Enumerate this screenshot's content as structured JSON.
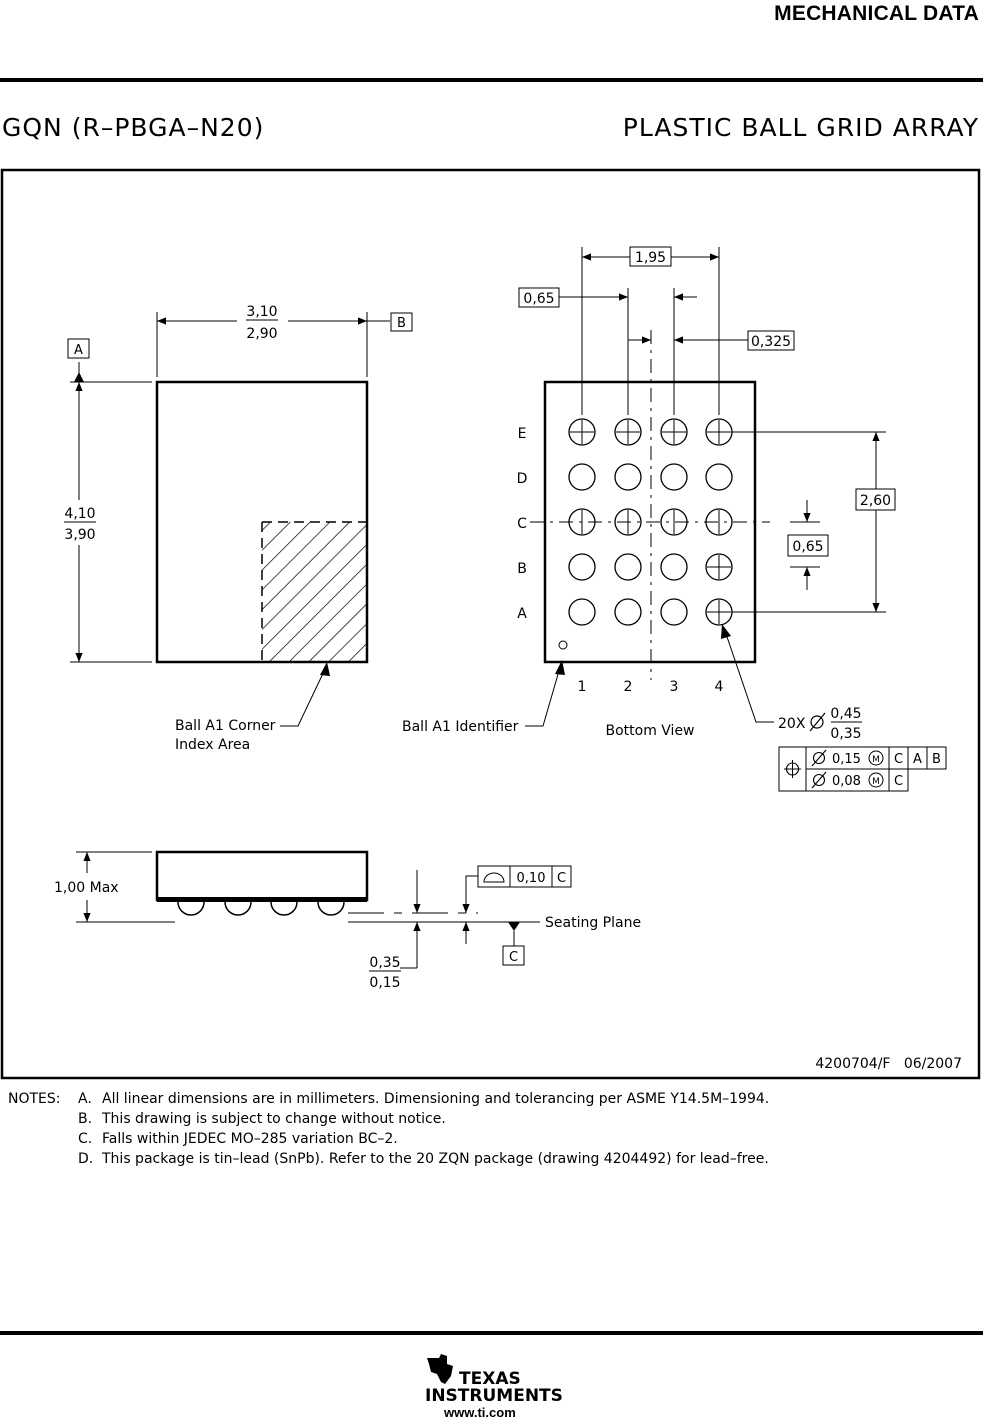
{
  "header": {
    "title": "MECHANICAL DATA",
    "package_code": "GQN (R–PBGA–N20)",
    "package_type": "PLASTIC BALL GRID ARRAY"
  },
  "top_view": {
    "width_max": "3,10",
    "width_min": "2,90",
    "datum_b": "B",
    "datum_a": "A",
    "height_max": "4,10",
    "height_min": "3,90",
    "corner_label_1": "Ball A1 Corner",
    "corner_label_2": "Index Area"
  },
  "bottom_view": {
    "dim_195": "1,95",
    "dim_065_top": "0,65",
    "dim_0325": "0,325",
    "dim_260": "2,60",
    "dim_065_right": "0,65",
    "row_labels": [
      "E",
      "D",
      "C",
      "B",
      "A"
    ],
    "col_labels": [
      "1",
      "2",
      "3",
      "4"
    ],
    "identifier_label": "Ball A1 Identifier",
    "view_label": "Bottom View",
    "ball_count": "20X",
    "ball_dia_max": "0,45",
    "ball_dia_min": "0,35",
    "fcf_row1": {
      "tol": "0,15",
      "mod": "M",
      "d1": "C",
      "d2": "A",
      "d3": "B"
    },
    "fcf_row2": {
      "tol": "0,08",
      "mod": "M",
      "d1": "C"
    }
  },
  "side_view": {
    "height_label": "1,00 Max",
    "coplanarity": "0,10",
    "coplanarity_datum": "C",
    "seating_plane": "Seating Plane",
    "datum_c": "C",
    "standoff_max": "0,35",
    "standoff_min": "0,15"
  },
  "drawing_id": "4200704/F   06/2007",
  "notes": {
    "heading": "NOTES:",
    "items": [
      {
        "letter": "A.",
        "text": "All linear dimensions are in millimeters.  Dimensioning and tolerancing per ASME Y14.5M–1994."
      },
      {
        "letter": "B.",
        "text": "This drawing is subject to change without notice."
      },
      {
        "letter": "C.",
        "text": "Falls within JEDEC MO–285 variation BC–2."
      },
      {
        "letter": "D.",
        "text": "This package is tin–lead (SnPb).  Refer to the 20 ZQN package (drawing 4204492) for lead–free."
      }
    ]
  },
  "footer": {
    "brand_line1": "TEXAS",
    "brand_line2": "INSTRUMENTS",
    "url": "www.ti.com"
  }
}
